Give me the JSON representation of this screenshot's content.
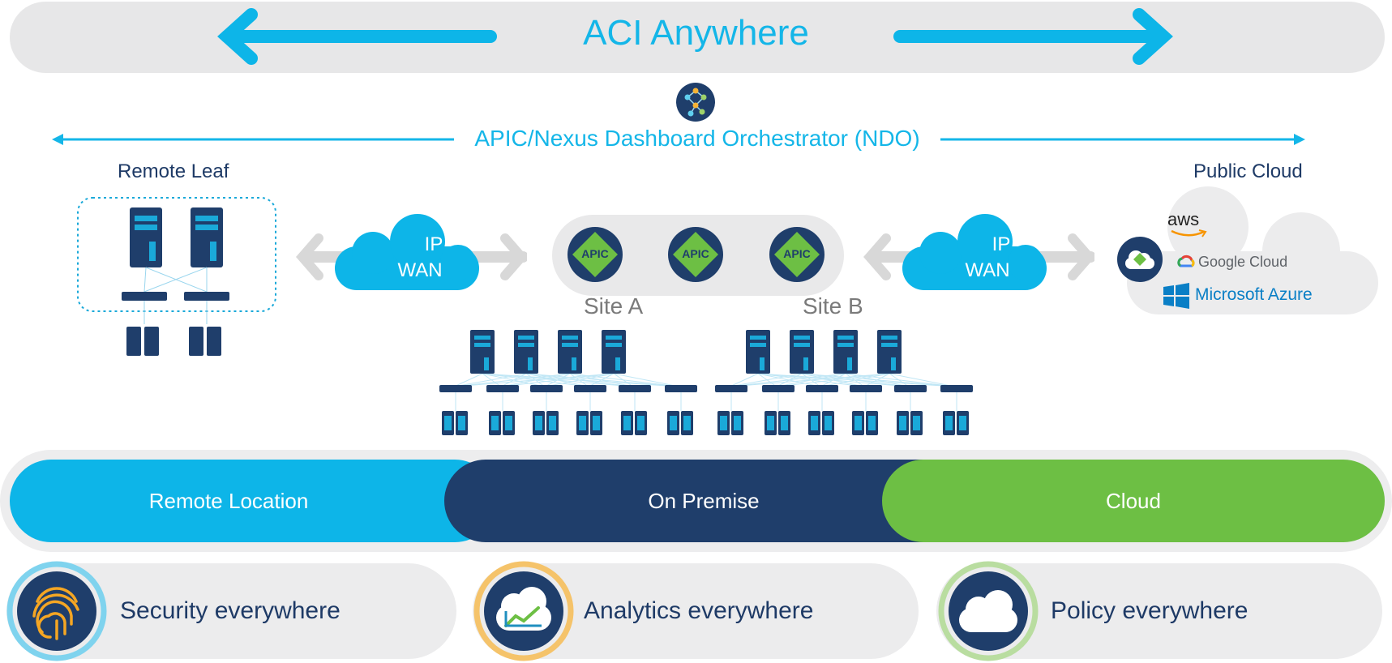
{
  "header": {
    "title": "ACI Anywhere"
  },
  "orchestrator": {
    "label": "APIC/Nexus Dashboard Orchestrator (NDO)"
  },
  "remote_leaf": {
    "label": "Remote Leaf"
  },
  "public_cloud": {
    "label": "Public Cloud",
    "providers": [
      "aws",
      "Google Cloud",
      "Microsoft Azure"
    ]
  },
  "ip_wan": {
    "line1": "IP",
    "line2": "WAN"
  },
  "apic": {
    "label": "APIC"
  },
  "sites": [
    "Site A",
    "Site B"
  ],
  "locations": [
    {
      "label": "Remote Location",
      "color": "#0db5e8"
    },
    {
      "label": "On Premise",
      "color": "#1f3e6b"
    },
    {
      "label": "Cloud",
      "color": "#6dbf44"
    }
  ],
  "features": [
    {
      "label": "Security everywhere",
      "ring": "#7fd3ee"
    },
    {
      "label": "Analytics everywhere",
      "ring": "#f5c36a"
    },
    {
      "label": "Policy everywhere",
      "ring": "#b9dda0"
    }
  ]
}
